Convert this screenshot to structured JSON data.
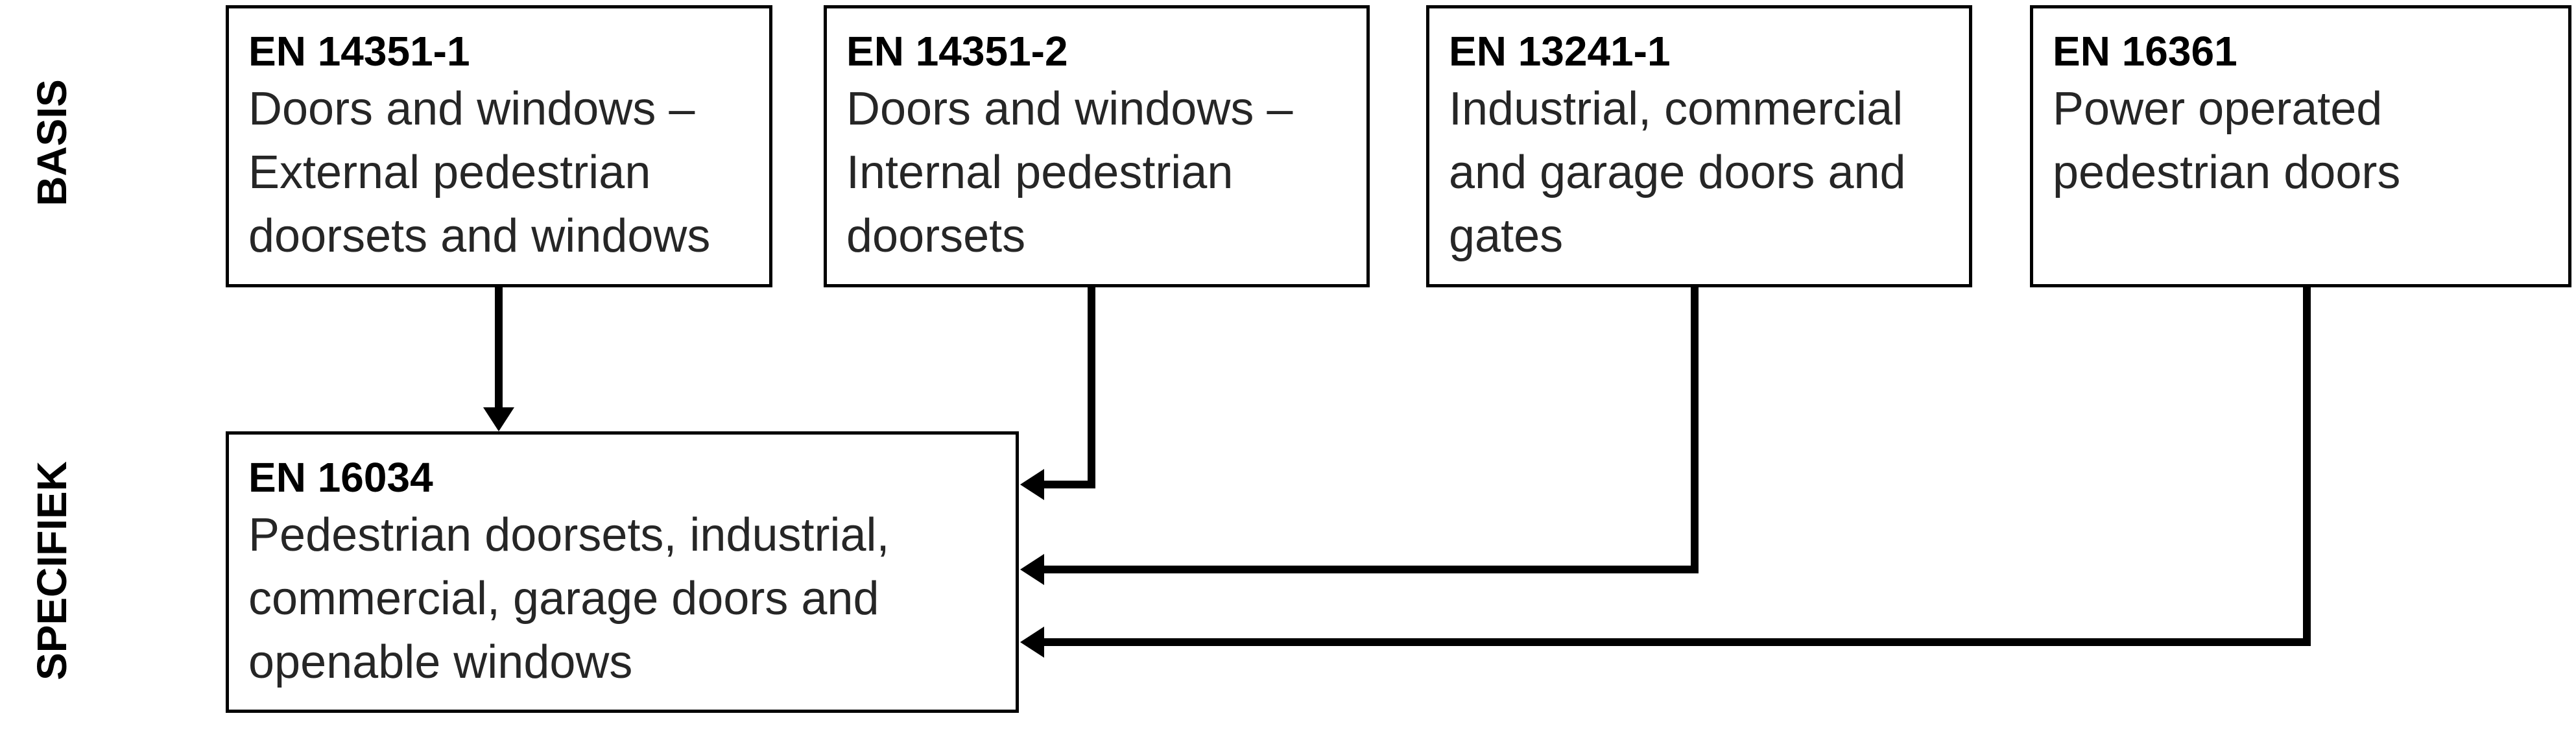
{
  "rows": {
    "basis": "BASIS",
    "specifiek": "SPECIFIEK"
  },
  "standards": [
    {
      "code": "EN 14351-1",
      "description": "Doors and windows –\nExternal pedestrian\ndoorsets and windows"
    },
    {
      "code": "EN 14351-2",
      "description": "Doors and windows –\nInternal pedestrian\ndoorsets"
    },
    {
      "code": "EN 13241-1",
      "description": "Industrial, commercial\nand garage doors and\ngates"
    },
    {
      "code": "EN 16361",
      "description": "Power operated\npedestrian doors"
    }
  ],
  "specific": {
    "code": "EN 16034",
    "description": "Pedestrian doorsets, industrial,\ncommercial, garage doors and\nopenable windows"
  },
  "colors": {
    "line": "#000000",
    "text": "#262626"
  }
}
